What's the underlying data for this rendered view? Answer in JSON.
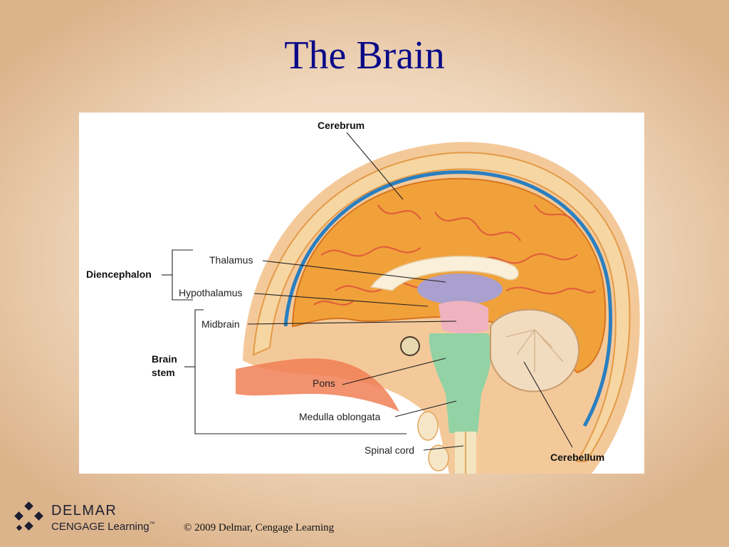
{
  "slide": {
    "title": "The Brain"
  },
  "figure": {
    "labels": {
      "cerebrum": "Cerebrum",
      "diencephalon": "Diencephalon",
      "thalamus": "Thalamus",
      "hypothalamus": "Hypothalamus",
      "midbrain": "Midbrain",
      "brain_stem_line1": "Brain",
      "brain_stem_line2": "stem",
      "pons": "Pons",
      "medulla_oblongata": "Medulla oblongata",
      "spinal_cord": "Spinal cord",
      "cerebellum": "Cerebellum"
    },
    "colors": {
      "cerebrum": "#f1a13a",
      "thalamus": "#a9a0cf",
      "midbrain": "#efb3bf",
      "brainstem": "#93d2a4",
      "cerebellum": "#f2dcc0",
      "skull": "#f6d6a2",
      "meninges": "#2a7fc0"
    }
  },
  "footer": {
    "logo_top": "DELMAR",
    "logo_bottom": "CENGAGE Learning",
    "logo_tm": "™",
    "copyright": "© 2009 Delmar, Cengage Learning"
  }
}
